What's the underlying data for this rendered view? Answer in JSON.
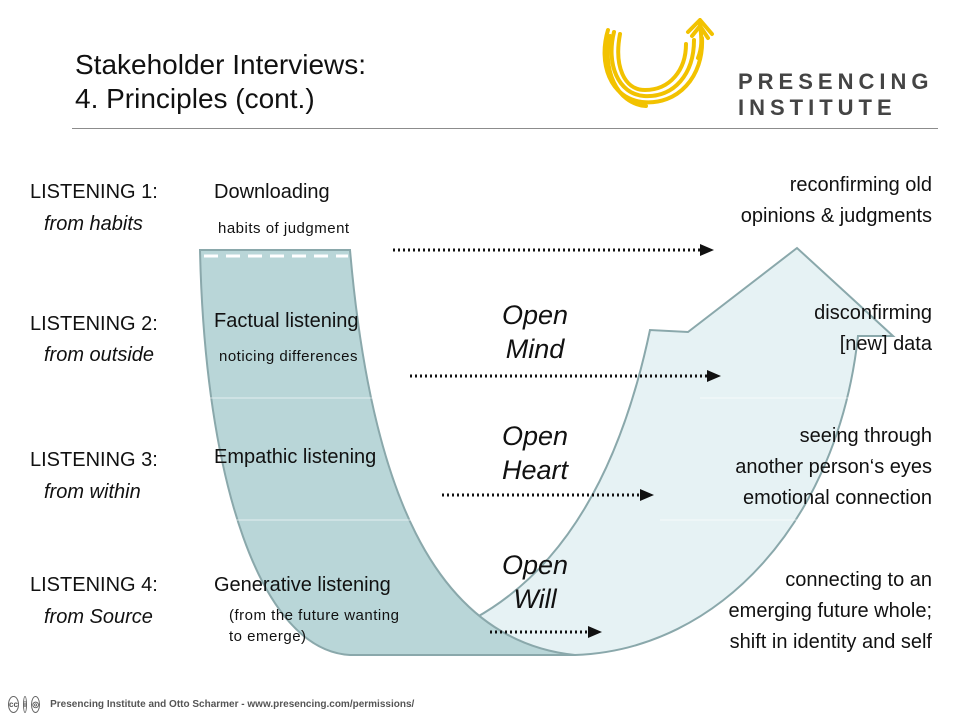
{
  "title": {
    "line1": "Stakeholder Interviews:",
    "line2": "4. Principles (cont.)"
  },
  "logo": {
    "line1": "PRESENCING",
    "line2": "INSTITUTE",
    "colors": {
      "sun": "#f2c200",
      "text": "#444444"
    }
  },
  "levels": [
    {
      "label": "LISTENING 1:",
      "source": "from habits",
      "kind": "Downloading",
      "sub": [
        "habits of judgment"
      ],
      "result": [
        "reconfirming old",
        "opinions & judgments"
      ]
    },
    {
      "label": "LISTENING 2:",
      "source": "from outside",
      "kind": "Factual listening",
      "sub": [
        "noticing differences"
      ],
      "result": [
        "disconfirming",
        "[new] data"
      ]
    },
    {
      "label": "LISTENING 3:",
      "source": "from within",
      "kind": "Empathic listening",
      "sub": [],
      "result": [
        "seeing through",
        "another person‘s eyes",
        "emotional connection"
      ]
    },
    {
      "label": "LISTENING 4:",
      "source": "from Source",
      "kind": "Generative listening",
      "sub": [
        "(from the future wanting",
        "to emerge)"
      ],
      "result": [
        "connecting to an",
        "emerging future whole;",
        "shift in identity and self"
      ]
    }
  ],
  "openings": [
    {
      "line1": "Open",
      "line2": "Mind"
    },
    {
      "line1": "Open",
      "line2": "Heart"
    },
    {
      "line1": "Open",
      "line2": "Will"
    }
  ],
  "colors": {
    "left_band": "#b9d6d8",
    "right_band": "#e6f2f4",
    "outline": "#8aa8ab"
  },
  "footer": {
    "text": "Presencing Institute and Otto Scharmer - www.presencing.com/permissions/"
  }
}
